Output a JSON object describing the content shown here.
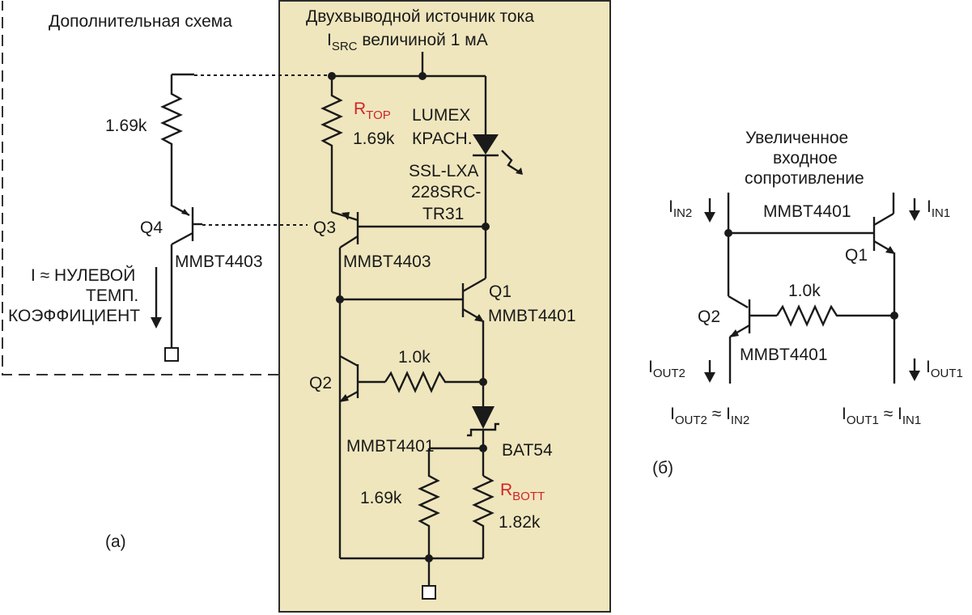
{
  "colors": {
    "panel": "#efe6bd",
    "panel_border": "#2b2b2b",
    "highlight": "#d2232a",
    "wire": "#1a1a1a"
  },
  "panel_a": {
    "optional_title": "Дополнительная схема",
    "source_title_1": "Двухвыводной источник тока",
    "source_title_2_sub": "SRC",
    "source_title_2_rest": " величиной 1 мА",
    "source_title_2_i": "I",
    "r_top": {
      "name": "R",
      "sub": "TOP",
      "value": "1.69k"
    },
    "r_opt": {
      "value": "1.69k"
    },
    "led": {
      "line1": "LUMEX",
      "line2": "КРАСН.",
      "line3": "SSL-LXA",
      "line4": "228SRC-",
      "line5": "TR31"
    },
    "q4": {
      "name": "Q4",
      "part": "MMBT4403"
    },
    "q3": {
      "name": "Q3",
      "part": "MMBT4403"
    },
    "q1": {
      "name": "Q1",
      "part": "MMBT4401"
    },
    "q2": {
      "name": "Q2",
      "part": "MMBT4401"
    },
    "r_q2": {
      "value": "1.0k"
    },
    "diode": {
      "part": "BAT54"
    },
    "r_bott_left": {
      "value": "1.69k"
    },
    "r_bott": {
      "name": "R",
      "sub": "BOTT",
      "value": "1.82k"
    },
    "zero_tc_1": "I ≈ НУЛЕВОЙ",
    "zero_tc_2": "ТЕМП.",
    "zero_tc_3": "КОЭФФИЦИЕНТ",
    "caption": "(а)"
  },
  "panel_b": {
    "title_1": "Увеличенное",
    "title_2": "входное",
    "title_3": "сопротивление",
    "q1": {
      "name": "Q1",
      "part": "MMBT4401"
    },
    "q2": {
      "name": "Q2",
      "part": "MMBT4401"
    },
    "r": {
      "value": "1.0k"
    },
    "i_in2": {
      "i": "I",
      "sub": "IN2"
    },
    "i_in1": {
      "i": "I",
      "sub": "IN1"
    },
    "i_out2": {
      "i": "I",
      "sub": "OUT2"
    },
    "i_out1": {
      "i": "I",
      "sub": "OUT1"
    },
    "eq_left": {
      "i1": "I",
      "s1": "OUT2",
      "mid": " ≈ I",
      "s2": "IN2"
    },
    "eq_right": {
      "i1": "I",
      "s1": "OUT1",
      "mid": " ≈ I",
      "s2": "IN1"
    },
    "caption": "(б)"
  }
}
